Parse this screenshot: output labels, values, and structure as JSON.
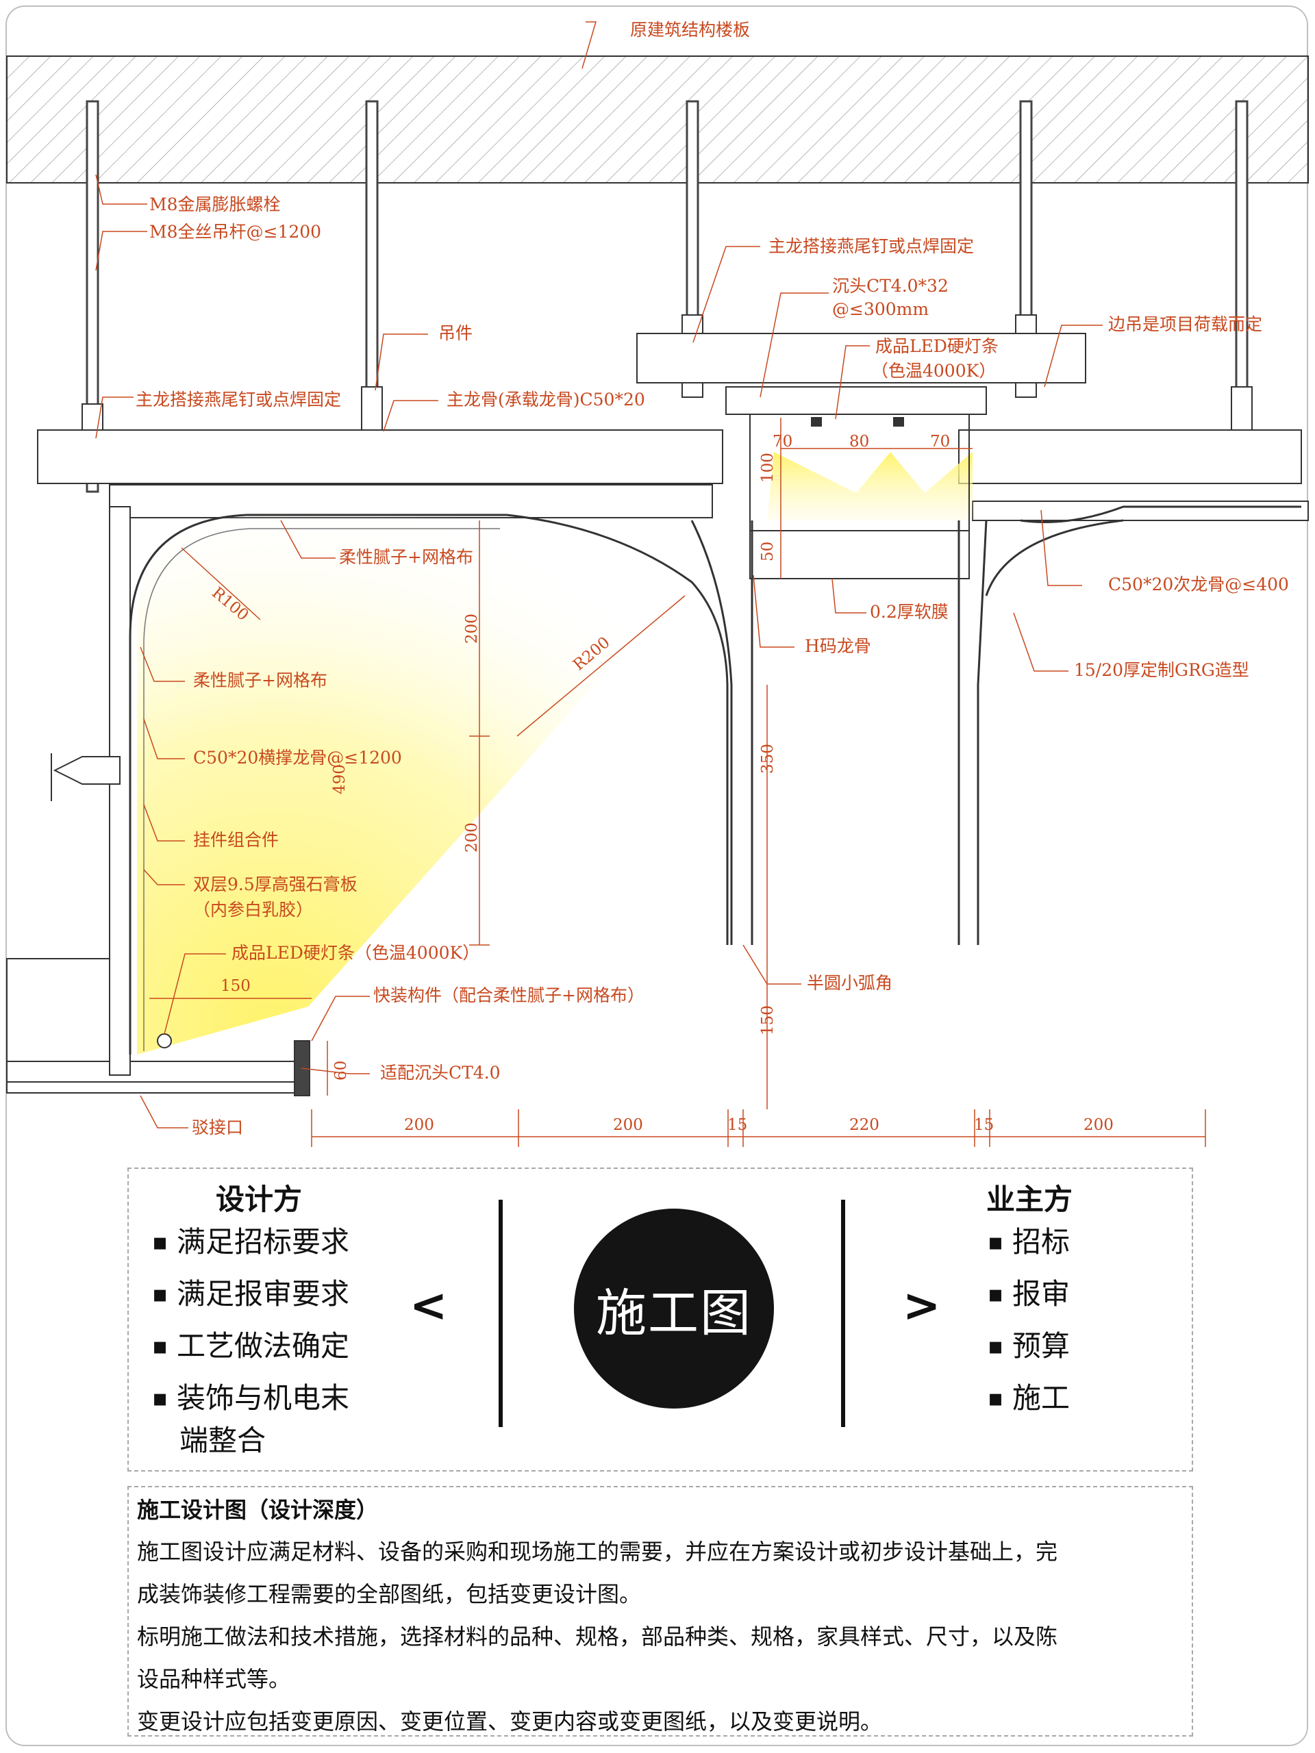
{
  "drawing": {
    "labels": {
      "slab": "原建筑结构楼板",
      "bolt": "M8金属膨胀螺栓",
      "rod": "M8全丝吊杆@≤1200",
      "hanger": "吊件",
      "main_joint_left": "主龙搭接燕尾钉或点焊固定",
      "main_keel": "主龙骨(承载龙骨)C50*20",
      "main_joint_right": "主龙搭接燕尾钉或点焊固定",
      "screw_ct": "沉头CT4.0*32",
      "screw_spacing": "@≤300mm",
      "led_top_1": "成品LED硬灯条",
      "led_top_2": "（色温4000K）",
      "edge_hanger": "边吊是项目荷载而定",
      "putty_top": "柔性腻子+网格布",
      "sub_keel": "C50*20次龙骨@≤400",
      "soft_film": "0.2厚软膜",
      "h_keel": "H码龙骨",
      "grg": "15/20厚定制GRG造型",
      "putty_left": "柔性腻子+网格布",
      "cross_keel": "C50*20横撑龙骨@≤1200",
      "fitting": "挂件组合件",
      "gypsum_1": "双层9.5厚高强石膏板",
      "gypsum_2": "（内参白乳胶）",
      "led_bottom": "成品LED硬灯条（色温4000K）",
      "quick_part": "快装构件（配合柔性腻子+网格布）",
      "half_round": "半圆小弧角",
      "screw_fit": "适配沉头CT4.0",
      "joint": "驳接口"
    },
    "dims": {
      "r100": "R100",
      "r200": "R200",
      "d200a": "200",
      "d200b": "200",
      "d490": "490",
      "d350": "350",
      "d150v": "150",
      "d100": "100",
      "d50": "50",
      "d60": "60",
      "d150h": "150",
      "d70a": "70",
      "d80": "80",
      "d70b": "70",
      "b200a": "200",
      "b200b": "200",
      "b15a": "15",
      "b220": "220",
      "b15b": "15",
      "b200c": "200"
    }
  },
  "compare": {
    "designer": {
      "title": "设计方",
      "items": [
        "满足招标要求",
        "满足报审要求",
        "工艺做法确定",
        "装饰与机电末",
        "端整合"
      ]
    },
    "center": "施工图",
    "left_arrow": "<",
    "right_arrow": ">",
    "owner": {
      "title": "业主方",
      "items": [
        "招标",
        "报审",
        "预算",
        "施工"
      ]
    },
    "bullet": "▪"
  },
  "notes": {
    "title": "施工设计图（设计深度）",
    "lines": [
      "施工图设计应满足材料、设备的采购和现场施工的需要，并应在方案设计或初步设计基础上，完",
      "成装饰装修工程需要的全部图纸，包括变更设计图。",
      "标明施工做法和技术措施，选择材料的品种、规格，部品种类、规格，家具样式、尺寸，以及陈",
      "设品种样式等。",
      "变更设计应包括变更原因、变更位置、变更内容或变更图纸，以及变更说明。"
    ]
  },
  "colors": {
    "annotation": "#c8491f",
    "line": "#2a2a2a",
    "glow": "#fff27a"
  }
}
